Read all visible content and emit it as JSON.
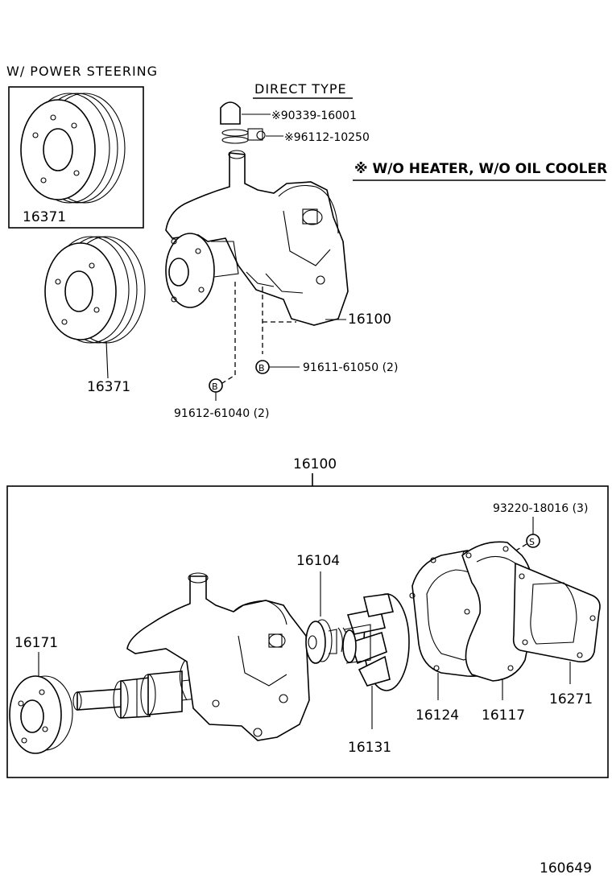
{
  "headers": {
    "power_steering": "W/ POWER STEERING",
    "direct_type": "DIRECT TYPE",
    "note": "※ W/O HEATER, W/O OIL  COOLER"
  },
  "parts": {
    "pulley_ps": "16371",
    "pulley": "16371",
    "pump_assy": "16100",
    "cap": "※90339-16001",
    "plug": "※96112-10250",
    "bolt_b1": "91611-61050 (2)",
    "bolt_b2": "91612-61040 (2)",
    "bolt_b_marker": "B",
    "assy_box_label": "16100",
    "stud": "93220-18016 (3)",
    "stud_marker": "S",
    "seal": "16104",
    "flange": "16171",
    "impeller": "16131",
    "gasket": "16124",
    "cover": "16117",
    "cover_gasket": "16271"
  },
  "footer": {
    "diagram_id": "160649"
  }
}
